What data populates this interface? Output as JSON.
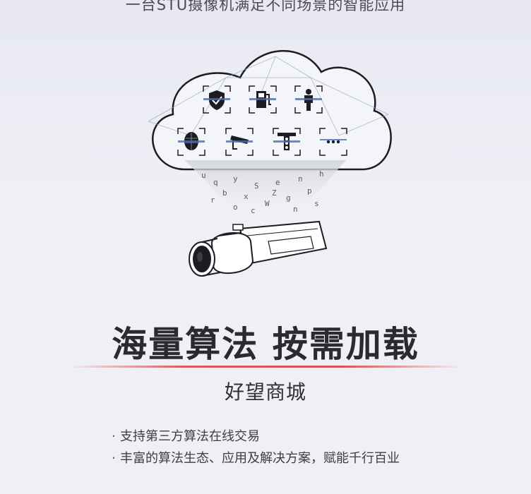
{
  "top_text": "一台STU摄像机满足不同场景的智能应用",
  "headline": {
    "part1": "海量算法",
    "part2": "按需加载"
  },
  "brand": "好望商城",
  "bullets": [
    {
      "marker": "·",
      "text": "支持第三方算法在线交易"
    },
    {
      "marker": "·",
      "text": "丰富的算法生态、应用及解决方案，赋能千行百业"
    }
  ],
  "colors": {
    "icon_accent": "#3a6fd0",
    "divider": "#d7595a",
    "headline": "#2a2a33"
  },
  "icons": [
    "shield-check-icon",
    "fuel-pump-icon",
    "person-silhouette-icon",
    "face-mesh-icon",
    "surveillance-camera-icon",
    "traffic-light-icon",
    "more-dots-icon"
  ]
}
